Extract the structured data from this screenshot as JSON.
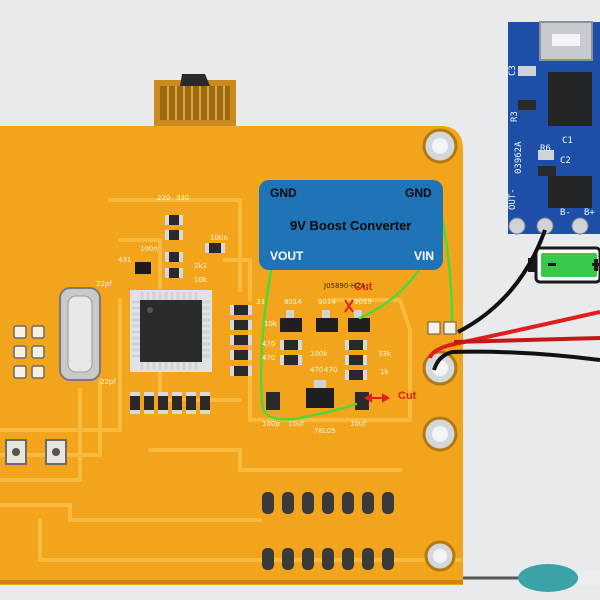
{
  "boost_box": {
    "title": "9V Boost Converter",
    "gnd_left": "GND",
    "gnd_right": "GND",
    "vout": "VOUT",
    "vin": "VIN",
    "color": "#1f73b7"
  },
  "annotations": {
    "cut_1": "Cut",
    "cut_2": "Cut",
    "color": "#e0201b"
  },
  "pcb_silkscreen": {
    "r220": "220",
    "r330": "330",
    "c100n_a": "100n",
    "c100n_b": "100n",
    "r431": "431",
    "r2k2": "2k2",
    "r10k_a": "10k",
    "c22pf_a": "22pf",
    "c22pf_b": "22pf",
    "board_id": "J05890-H2A",
    "q9014_a": "9014",
    "q9014_b": "9014",
    "q9015": "9015",
    "r33": "33",
    "r10k_b": "10k",
    "r100k": "100k",
    "r33k": "33k",
    "r1k": "1k",
    "reg": "78L05",
    "c100p": "100p",
    "c10uf_a": "10uf",
    "c10uf_b": "10uf",
    "r470_a": "470",
    "r470_b": "470",
    "r470_c": "470",
    "r470_d": "470"
  },
  "charger_module": {
    "c3": "C3",
    "r3": "R3",
    "c1": "C1",
    "r6": "R6",
    "c2": "C2",
    "chip_id": "03962A",
    "out_minus": "OUT-",
    "b_minus": "B-",
    "b_plus": "B+"
  },
  "colors": {
    "pcb": "#f2a51c",
    "pcb_trace": "#f7b640",
    "green_wire": "#4cd83c",
    "module_pcb": "#1d4fa8",
    "battery": "#39c94a"
  }
}
